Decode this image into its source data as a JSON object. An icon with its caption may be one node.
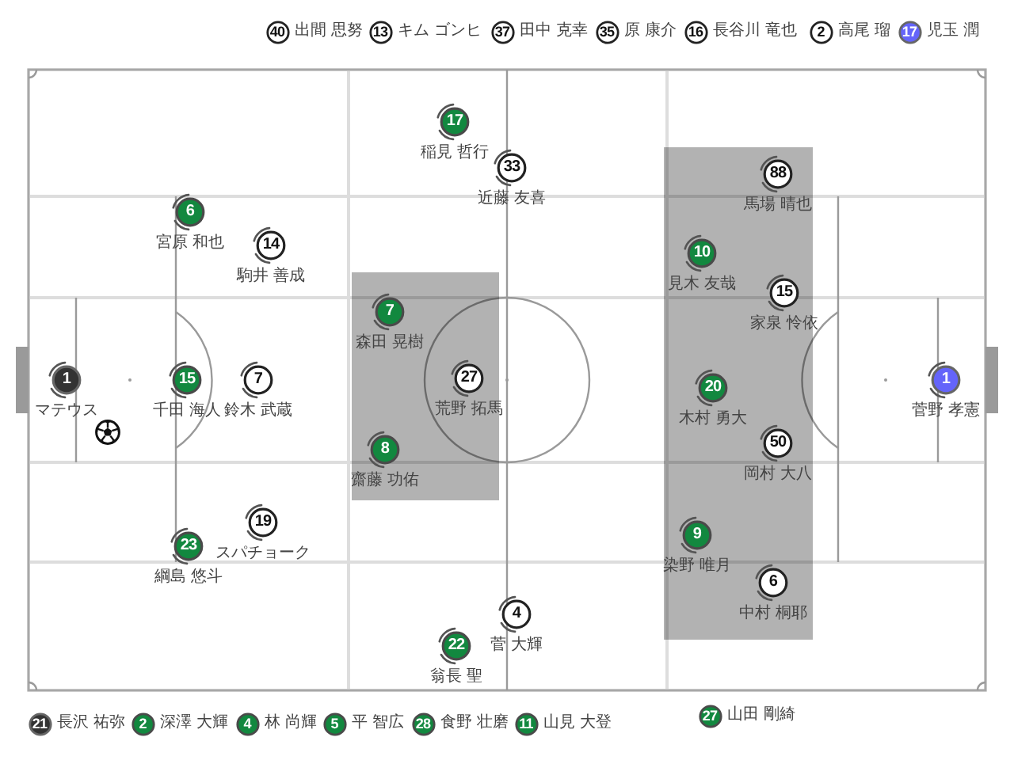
{
  "diagram": {
    "nodes": [
      {
        "text": [
          "40"
        ],
        "beside": [
          "出間 思努"
        ]
      },
      {
        "text": [
          "13"
        ],
        "beside": [
          "キム ゴンヒ"
        ]
      },
      {
        "text": [
          "37"
        ],
        "beside": [
          "田中 克幸"
        ]
      },
      {
        "text": [
          "35"
        ],
        "beside": [
          "原 康介"
        ]
      },
      {
        "text": [
          "16"
        ],
        "beside": [
          "長谷川 竜也"
        ]
      },
      {
        "text": [
          "2"
        ],
        "beside": [
          "高尾 瑠"
        ]
      },
      {
        "text": [
          "17"
        ],
        "beside": [
          "児玉 潤"
        ]
      },
      {
        "text": [
          "17"
        ],
        "beside": [
          "稲見 哲行"
        ]
      },
      {
        "text": [
          "33"
        ],
        "beside": [
          "近藤 友喜"
        ]
      },
      {
        "text": [
          "88"
        ],
        "beside": [
          "馬場 晴也"
        ]
      },
      {
        "text": [
          "6"
        ],
        "beside": [
          "宮原 和也"
        ]
      },
      {
        "text": [
          "14"
        ],
        "beside": [
          "駒井 善成"
        ]
      },
      {
        "text": [
          "10"
        ],
        "beside": [
          "見木 友哉"
        ]
      },
      {
        "text": [
          "15"
        ],
        "beside": [
          "家泉 怜依"
        ]
      },
      {
        "text": [
          "7"
        ],
        "beside": [
          "森田 晃樹"
        ]
      },
      {
        "text": [
          "1"
        ],
        "beside": [
          "マテウス"
        ]
      },
      {
        "text": [
          "15"
        ],
        "beside": [
          "千田 海人"
        ]
      },
      {
        "text": [
          "7"
        ],
        "beside": [
          "鈴木 武蔵"
        ]
      },
      {
        "text": [
          "27"
        ],
        "beside": [
          "荒野 拓馬"
        ]
      },
      {
        "text": [
          "1"
        ],
        "beside": [
          "菅野 孝憲"
        ]
      },
      {
        "text": [
          "20"
        ],
        "beside": [
          "木村 勇大"
        ]
      },
      {
        "text": [
          "50"
        ],
        "beside": [
          "岡村 大八"
        ]
      },
      {
        "text": [
          "8"
        ],
        "beside": [
          "齋藤 功佑"
        ]
      },
      {
        "text": [
          "19"
        ],
        "beside": [
          "スパチョーク"
        ]
      },
      {
        "text": [
          "9"
        ],
        "beside": [
          "染野 唯月"
        ]
      },
      {
        "text": [
          "23"
        ],
        "beside": [
          "綱島 悠斗"
        ]
      },
      {
        "text": [
          "6"
        ],
        "beside": [
          "中村 桐耶"
        ]
      },
      {
        "text": [
          "4"
        ],
        "beside": [
          "菅 大輝"
        ]
      },
      {
        "text": [
          "22"
        ],
        "beside": [
          "翁長 聖"
        ]
      },
      {
        "text": [
          "21"
        ],
        "beside": [
          "長沢 祐弥"
        ]
      },
      {
        "text": [
          "2"
        ],
        "beside": [
          "深澤 大輝"
        ]
      },
      {
        "text": [
          "4"
        ],
        "beside": [
          "林 尚輝"
        ]
      },
      {
        "text": [
          "5"
        ],
        "beside": [
          "平 智広"
        ]
      },
      {
        "text": [
          "28"
        ],
        "beside": [
          "食野 壮磨"
        ]
      },
      {
        "text": [
          "11"
        ],
        "beside": [
          "山見 大登"
        ]
      },
      {
        "text": [
          "27"
        ],
        "beside": [
          "山田 剛綺"
        ]
      }
    ]
  }
}
